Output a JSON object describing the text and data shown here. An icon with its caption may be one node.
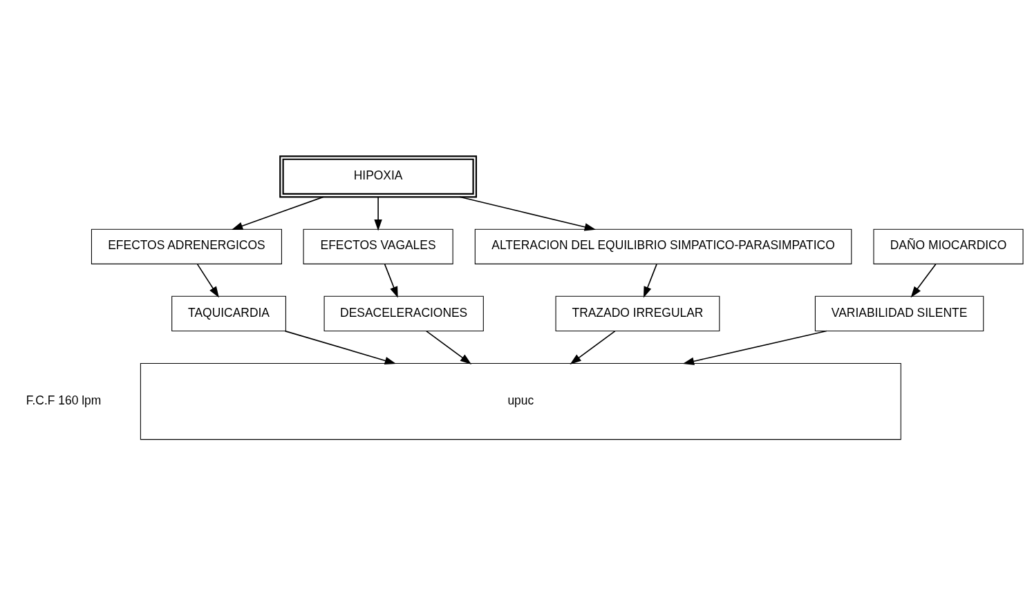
{
  "diagram": {
    "nodes": [
      {
        "text": [
          "HIPOXIA"
        ]
      },
      {
        "text": [
          "EFECTOS ADRENERGICOS"
        ]
      },
      {
        "text": [
          "EFECTOS VAGALES"
        ]
      },
      {
        "text": [
          "ALTERACION DEL EQUILIBRIO SIMPATICO-PARASIMPATICO"
        ]
      },
      {
        "text": [
          "DAÑO MIOCARDICO"
        ]
      },
      {
        "text": [
          "TAQUICARDIA"
        ]
      },
      {
        "text": [
          "DESACELERACIONES"
        ]
      },
      {
        "text": [
          "TRAZADO IRREGULAR"
        ]
      },
      {
        "text": [
          "VARIABILIDAD SILENTE"
        ]
      },
      {
        "text": [
          "upuc"
        ],
        "beside": [
          "F.C.F 160 lpm"
        ]
      }
    ],
    "edges": [
      {
        "from": 0,
        "to": 1,
        "arrow": "to"
      },
      {
        "from": 0,
        "to": 2,
        "arrow": "to"
      },
      {
        "from": 0,
        "to": 3,
        "arrow": "to"
      },
      {
        "from": 1,
        "to": 5,
        "arrow": "to"
      },
      {
        "from": 2,
        "to": 6,
        "arrow": "to"
      },
      {
        "from": 3,
        "to": 7,
        "arrow": "to"
      },
      {
        "from": 4,
        "to": 8,
        "arrow": "to"
      },
      {
        "from": 5,
        "to": 9,
        "arrow": "to"
      },
      {
        "from": 6,
        "to": 9,
        "arrow": "to"
      },
      {
        "from": 7,
        "to": 9,
        "arrow": "to"
      },
      {
        "from": 8,
        "to": 9,
        "arrow": "to"
      }
    ]
  }
}
